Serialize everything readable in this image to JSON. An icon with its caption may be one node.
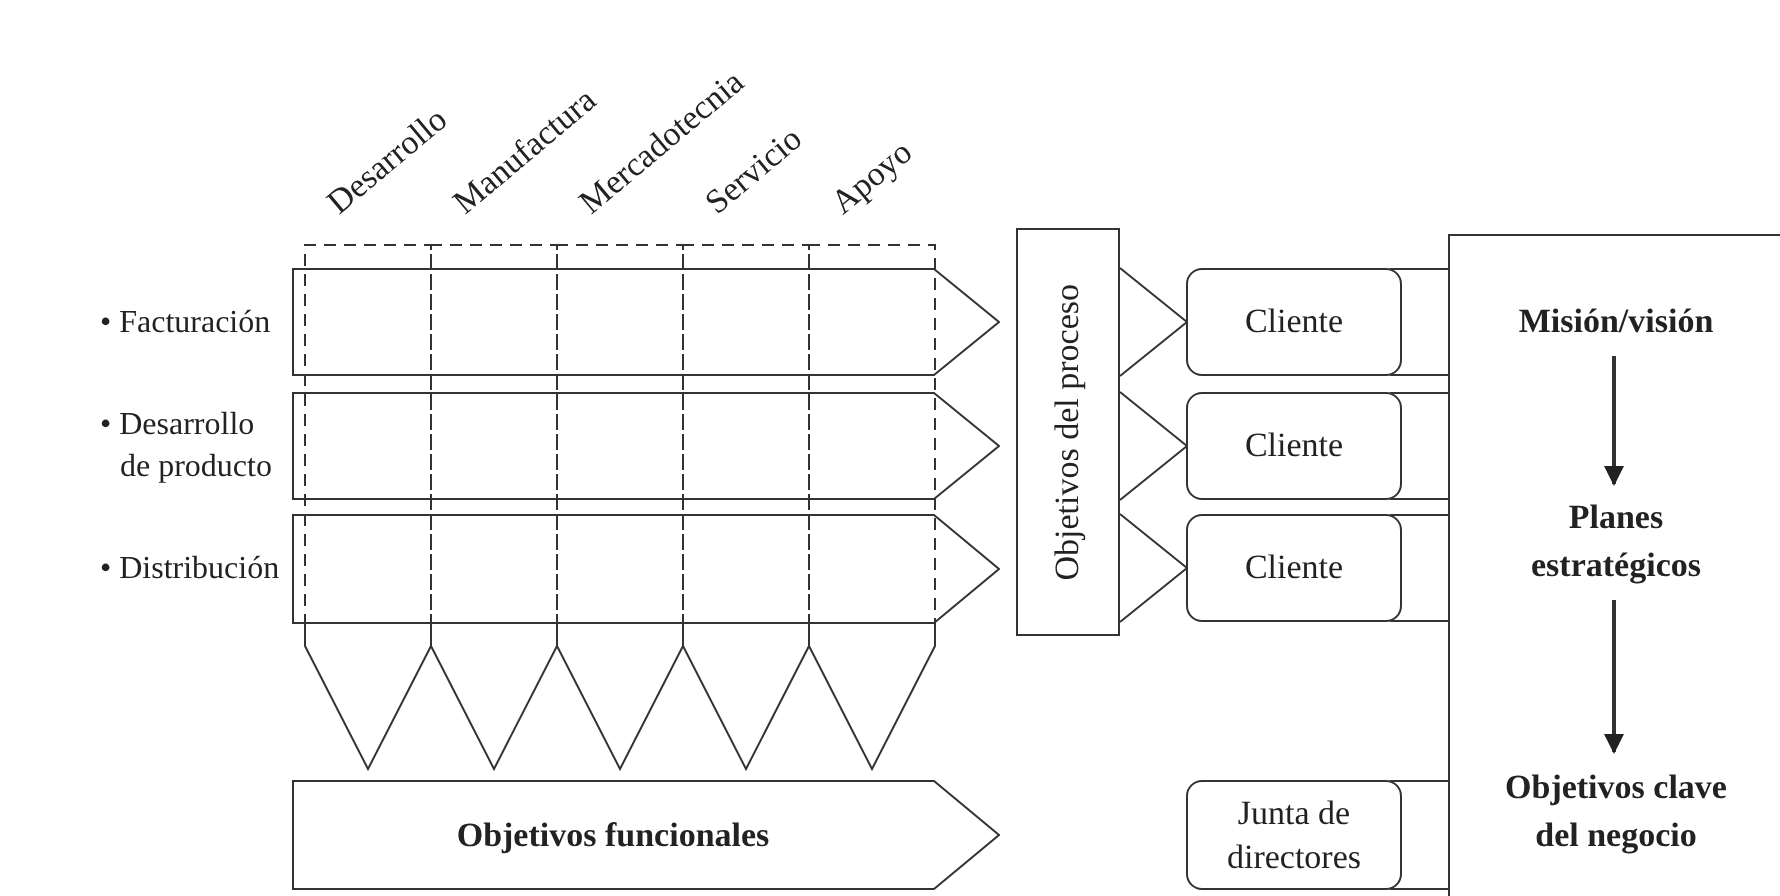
{
  "diagram": {
    "nodes": [
      {
        "text": [
          "Desarrollo"
        ]
      },
      {
        "text": [
          "Manufactura"
        ]
      },
      {
        "text": [
          "Mercadotecnia"
        ]
      },
      {
        "text": [
          "Servicio"
        ]
      },
      {
        "text": [
          "Apoyo"
        ]
      },
      {
        "text": [
          "• Facturación"
        ]
      },
      {
        "text": [
          "• Desarrollo de producto"
        ]
      },
      {
        "text": [
          "• Distribución"
        ]
      },
      {
        "text": [
          "Objetivos del proceso"
        ]
      },
      {
        "text": [
          "Cliente"
        ]
      },
      {
        "text": [
          "Cliente"
        ]
      },
      {
        "text": [
          "Cliente"
        ]
      },
      {
        "text": [],
        "shape": "box"
      },
      {
        "text": [
          "Misión/visión"
        ],
        "in": 12
      },
      {
        "text": [
          "Planes estratégicos"
        ],
        "in": 12
      },
      {
        "text": [
          "Objetivos clave del negocio"
        ],
        "in": 12
      },
      {
        "text": [
          "Objetivos funcionales"
        ]
      },
      {
        "text": [
          "Junta de directores"
        ]
      }
    ],
    "edges": [
      {
        "from": 8,
        "to": 9,
        "arrow": "none"
      },
      {
        "from": 8,
        "to": 10,
        "arrow": "none"
      },
      {
        "from": 8,
        "to": 11,
        "arrow": "none"
      },
      {
        "from": 9,
        "to": 12,
        "arrow": "none"
      },
      {
        "from": 10,
        "to": 12,
        "arrow": "none"
      },
      {
        "from": 11,
        "to": 12,
        "arrow": "none"
      },
      {
        "from": 17,
        "to": 12,
        "arrow": "none"
      },
      {
        "from": 13,
        "to": 14,
        "arrow": "to"
      },
      {
        "from": 14,
        "to": 15,
        "arrow": "to"
      }
    ]
  }
}
